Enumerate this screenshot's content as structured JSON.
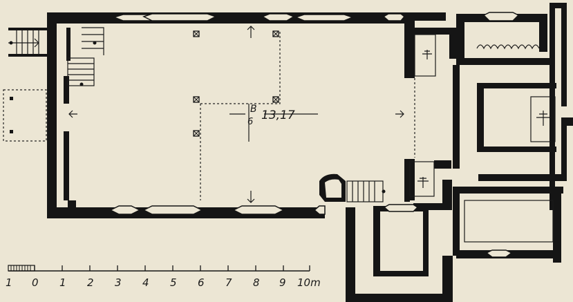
{
  "plan": {
    "dimension_label": "13,17",
    "dimension_mark": "B",
    "dimension_mark_2": "6"
  },
  "scale_bar": {
    "labels": [
      "1",
      "0",
      "1",
      "2",
      "3",
      "4",
      "5",
      "6",
      "7",
      "8",
      "9",
      "10m"
    ]
  }
}
